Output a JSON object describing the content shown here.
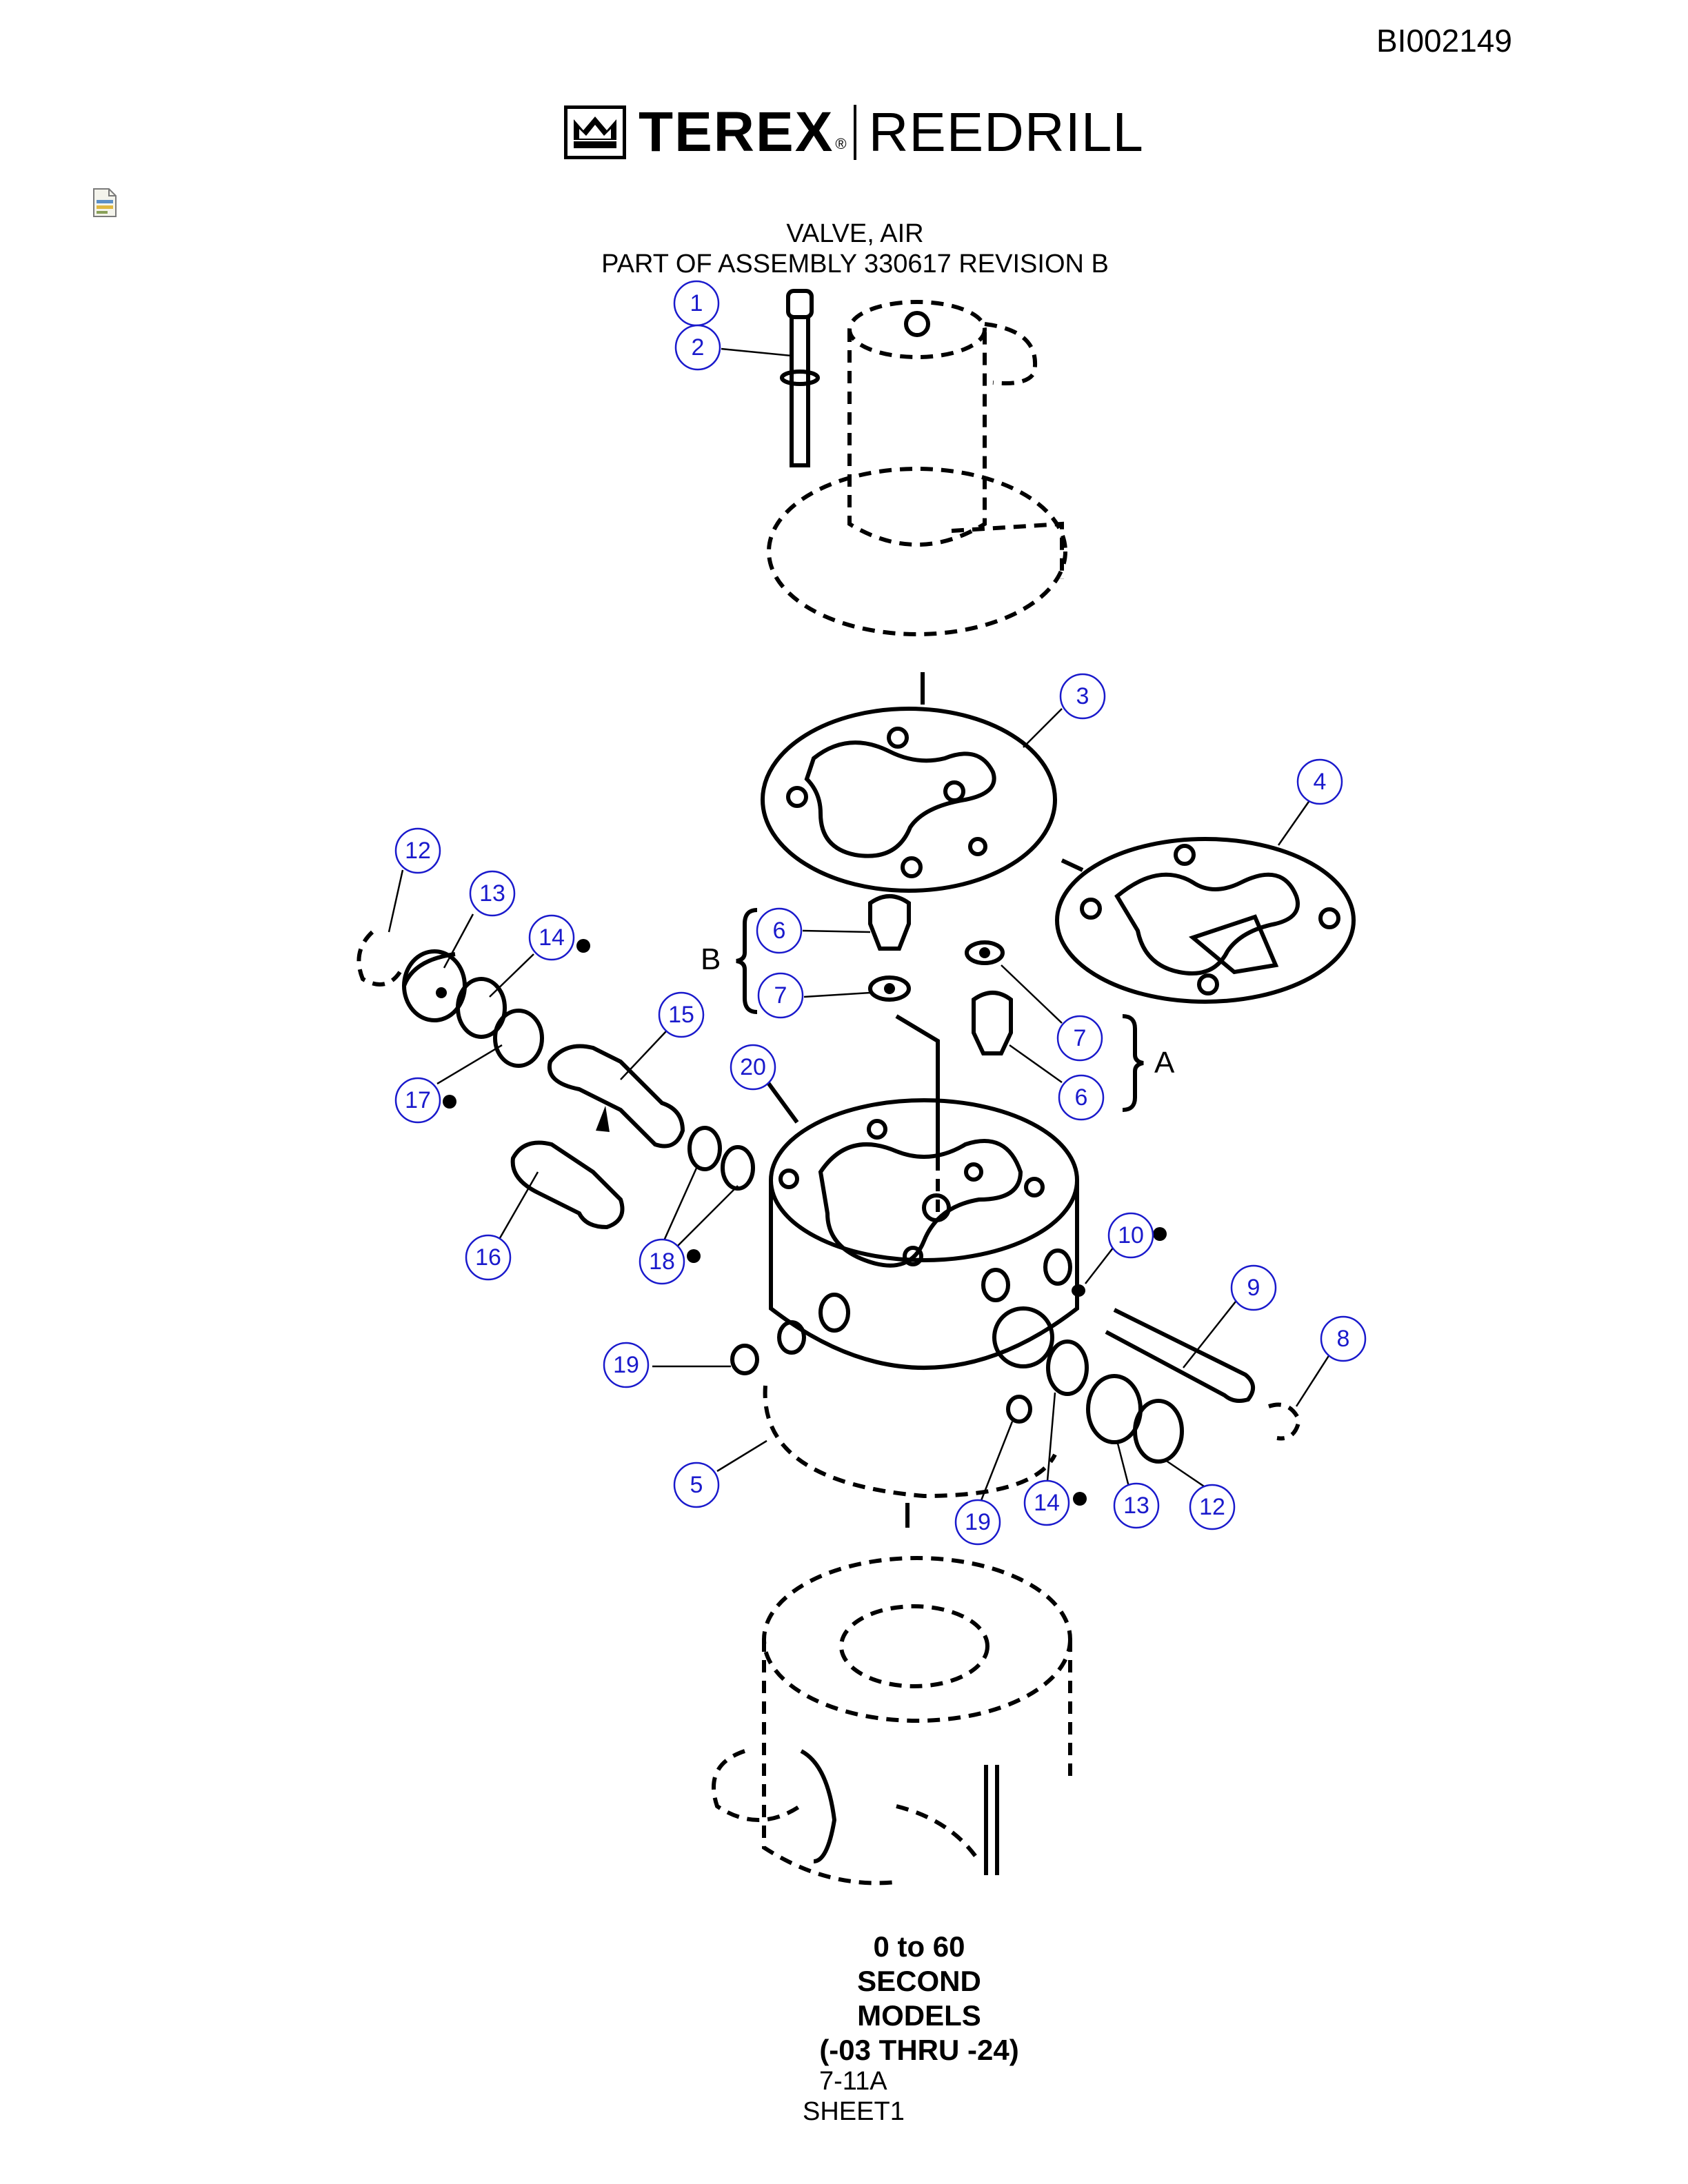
{
  "document_id": "BI002149",
  "brand": {
    "name": "TEREX",
    "registered": "®",
    "division": "REEDRILL"
  },
  "title": {
    "line1": "VALVE, AIR",
    "line2": "PART OF ASSEMBLY 330617 REVISION B"
  },
  "bracket_labels": {
    "a": "A",
    "b": "B"
  },
  "callouts": [
    {
      "label": "1",
      "part": "pin"
    },
    {
      "label": "2",
      "part": "o-ring"
    },
    {
      "label": "3",
      "part": "gasket"
    },
    {
      "label": "4",
      "part": "gasket"
    },
    {
      "label": "6",
      "part": "valve-b"
    },
    {
      "label": "7",
      "part": "seat-b"
    },
    {
      "label": "7",
      "part": "seat-a"
    },
    {
      "label": "6",
      "part": "valve-a"
    },
    {
      "label": "12",
      "part": "retaining-ring-left"
    },
    {
      "label": "13",
      "part": "plug-left"
    },
    {
      "label": "14",
      "part": "o-ring-left"
    },
    {
      "label": "15",
      "part": "spool"
    },
    {
      "label": "17",
      "part": "ring"
    },
    {
      "label": "16",
      "part": "piston"
    },
    {
      "label": "18",
      "part": "o-rings"
    },
    {
      "label": "20",
      "part": "valve-body"
    },
    {
      "label": "10",
      "part": "o-ring-small"
    },
    {
      "label": "9",
      "part": "shaft"
    },
    {
      "label": "8",
      "part": "nut"
    },
    {
      "label": "19",
      "part": "plug-left-port"
    },
    {
      "label": "5",
      "part": "housing"
    },
    {
      "label": "19",
      "part": "plug-right-port"
    },
    {
      "label": "14",
      "part": "o-ring-right"
    },
    {
      "label": "13",
      "part": "plug-right"
    },
    {
      "label": "12",
      "part": "retaining-ring-right"
    }
  ],
  "models": {
    "line1": "0 to 60",
    "line2": "SECOND",
    "line3": "MODELS",
    "line4": "(-03 THRU -24)"
  },
  "sheet": {
    "figure": "7-11A",
    "sheet": "SHEET1"
  }
}
